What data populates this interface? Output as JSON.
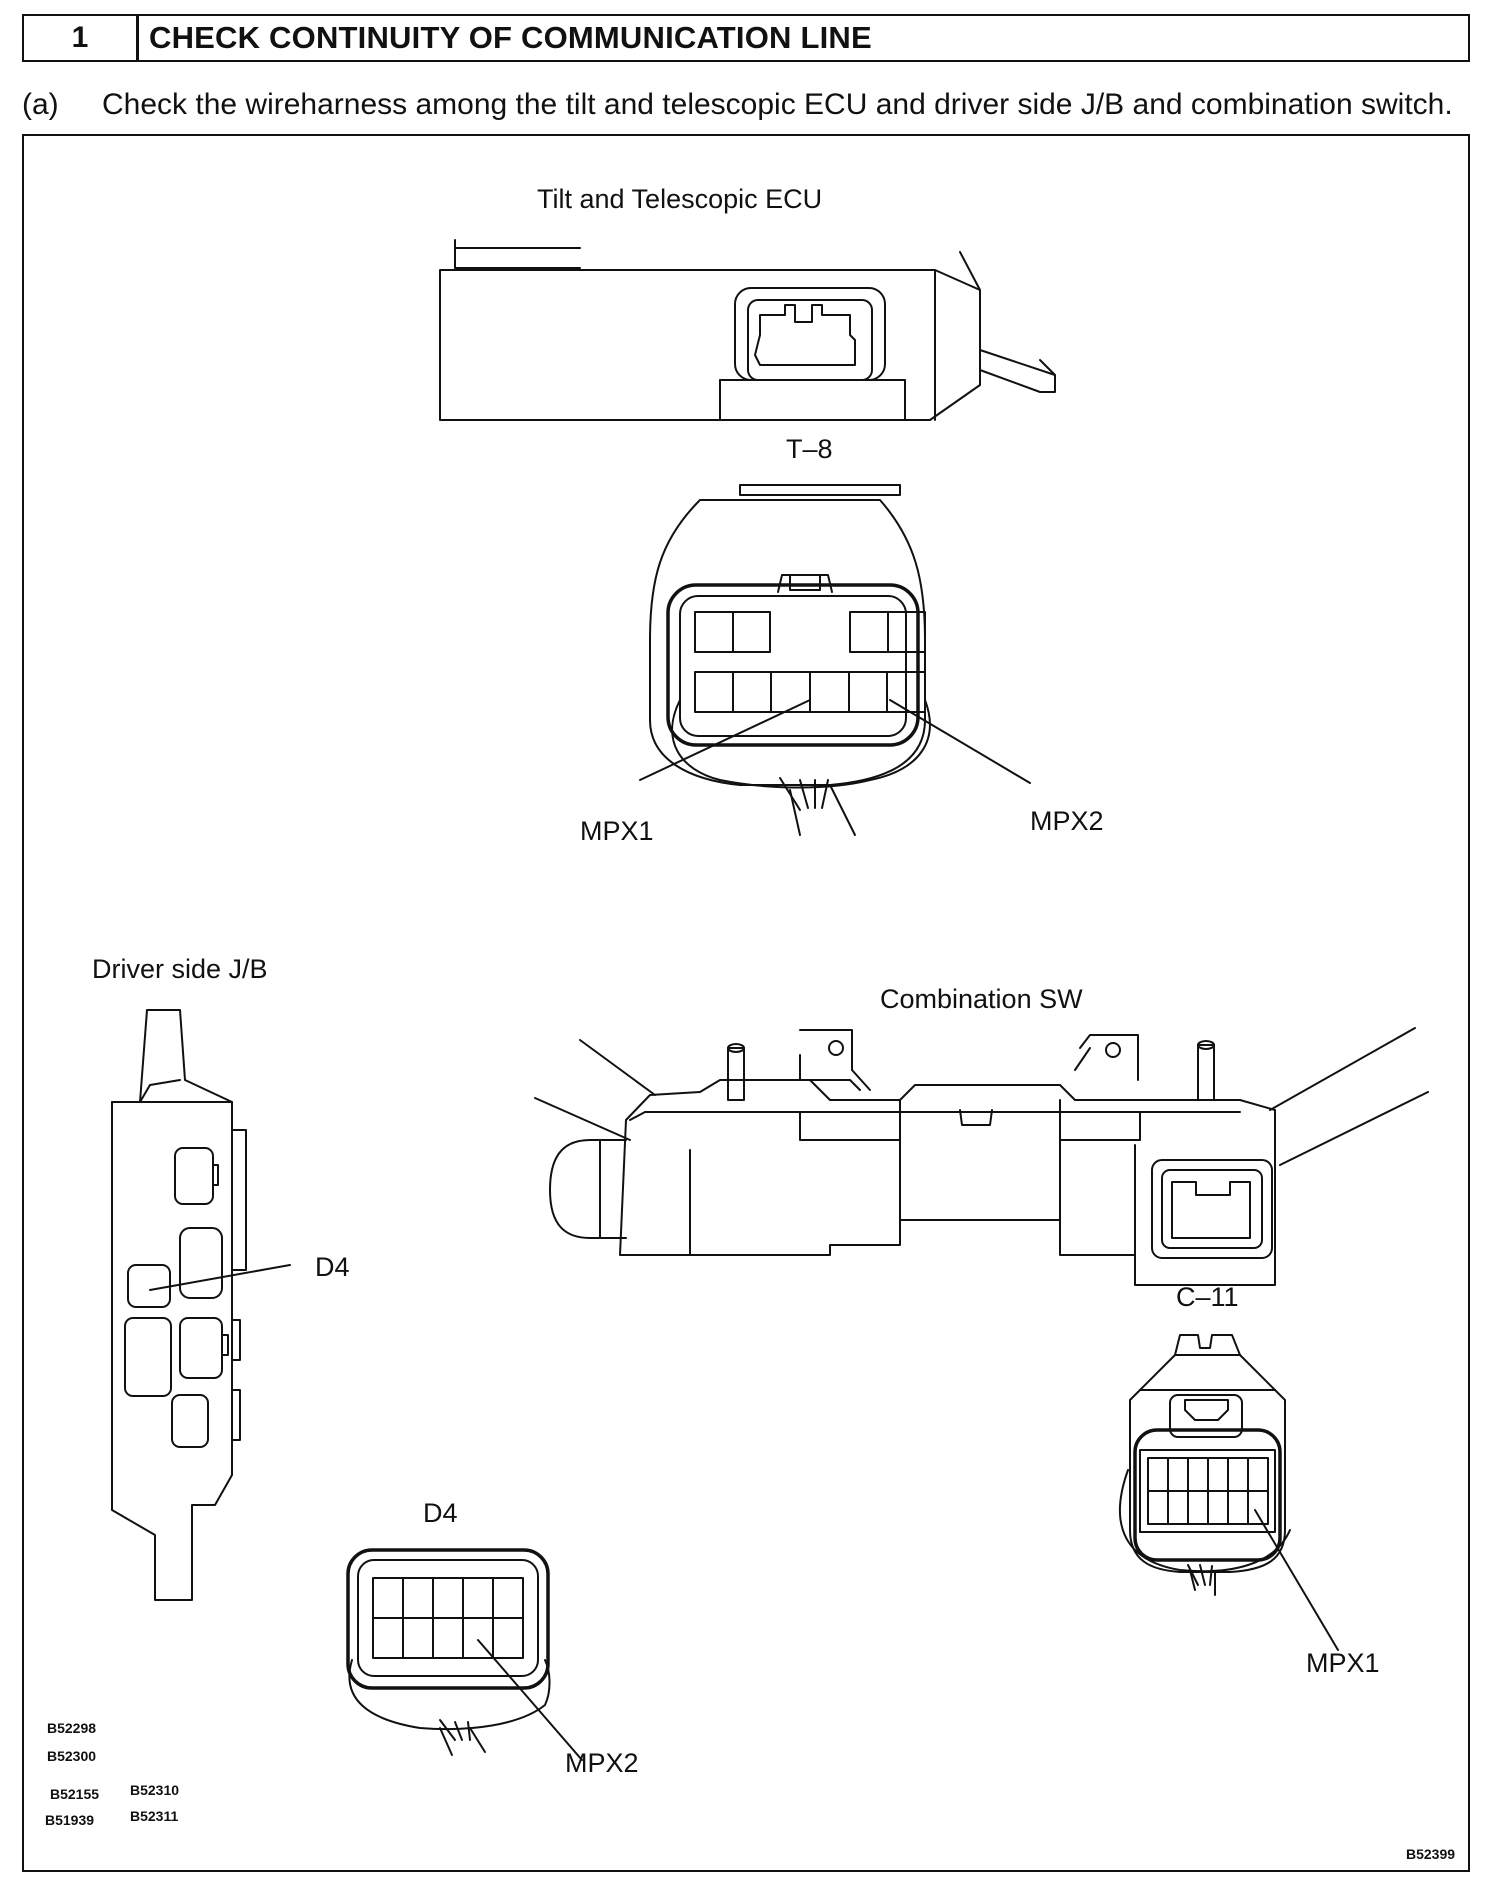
{
  "step": {
    "number": "1",
    "title": "CHECK CONTINUITY OF COMMUNICATION LINE"
  },
  "instruction": {
    "label": "(a)",
    "text": "Check the wireharness among the tilt and telescopic ECU and driver side J/B and combination switch."
  },
  "diagram": {
    "ecu_title": "Tilt and Telescopic ECU",
    "ecu_connector": "T–8",
    "ecu_mpx1": "MPX1",
    "ecu_mpx2": "MPX2",
    "jb_title": "Driver side J/B",
    "jb_pointer": "D4",
    "jb_connector": "D4",
    "jb_mpx2": "MPX2",
    "combsw_title": "Combination SW",
    "combsw_connector": "C–11",
    "combsw_mpx1": "MPX1",
    "ref_codes": [
      "B52298",
      "B52300",
      "B52155",
      "B52310",
      "B51939",
      "B52311"
    ],
    "figure_id": "B52399"
  }
}
